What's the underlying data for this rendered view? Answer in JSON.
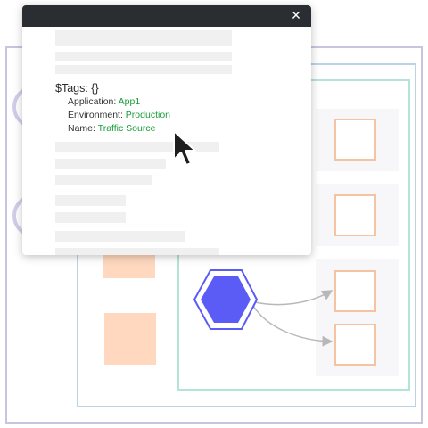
{
  "popup": {
    "close_icon": "close-icon",
    "tags_heading": "$Tags: {}",
    "tags": [
      {
        "key": "Application:",
        "value": "App1"
      },
      {
        "key": "Environment:",
        "value": "Production"
      },
      {
        "key": "Name:",
        "value": "Traffic Source"
      }
    ]
  },
  "colors": {
    "outer_frame": "#c9c5e0",
    "blue_frame": "#bcd3e6",
    "teal_frame": "#b4e3d8",
    "node_fill": "#ffd8bf",
    "node_stroke": "#f6c3a2",
    "hexagon": "#5b5cf5",
    "tag_value": "#1a9c3a",
    "header": "#2a2d31"
  },
  "icons": {
    "hexagon": "hexagon-icon",
    "cursor": "mouse-pointer-icon",
    "close": "close-icon"
  }
}
